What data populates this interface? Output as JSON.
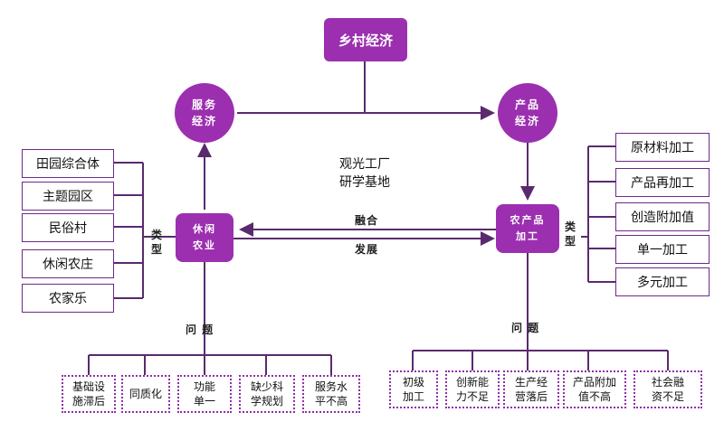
{
  "title": "乡村经济",
  "service_economy": "服务\n经济",
  "product_economy": "产品\n经济",
  "leisure_agriculture": "休闲\n农业",
  "agri_processing": "农产品\n加工",
  "center_note": "观光工厂\n研学基地",
  "link_fusion": "融合",
  "link_development": "发展",
  "type_label_left": "类\n型",
  "type_label_right": "类\n型",
  "problem_label_left": "问  题",
  "problem_label_right": "问  题",
  "leisure_types": [
    "田园综合体",
    "主题园区",
    "民俗村",
    "休闲农庄",
    "农家乐"
  ],
  "processing_types": [
    "原材料加工",
    "产品再加工",
    "创造附加值",
    "单一加工",
    "多元加工"
  ],
  "leisure_problems": [
    "基础设\n施滞后",
    "同质化",
    "功能\n单一",
    "缺少科\n学规划",
    "服务水\n平不高"
  ],
  "processing_problems": [
    "初级\n加工",
    "创新能\n力不足",
    "生产经\n营落后",
    "产品附加\n值不高",
    "社会融\n资不足"
  ],
  "colors": {
    "accent": "#9c2fb0",
    "line": "#5a2a6e",
    "dotted": "#8e2fa8"
  }
}
